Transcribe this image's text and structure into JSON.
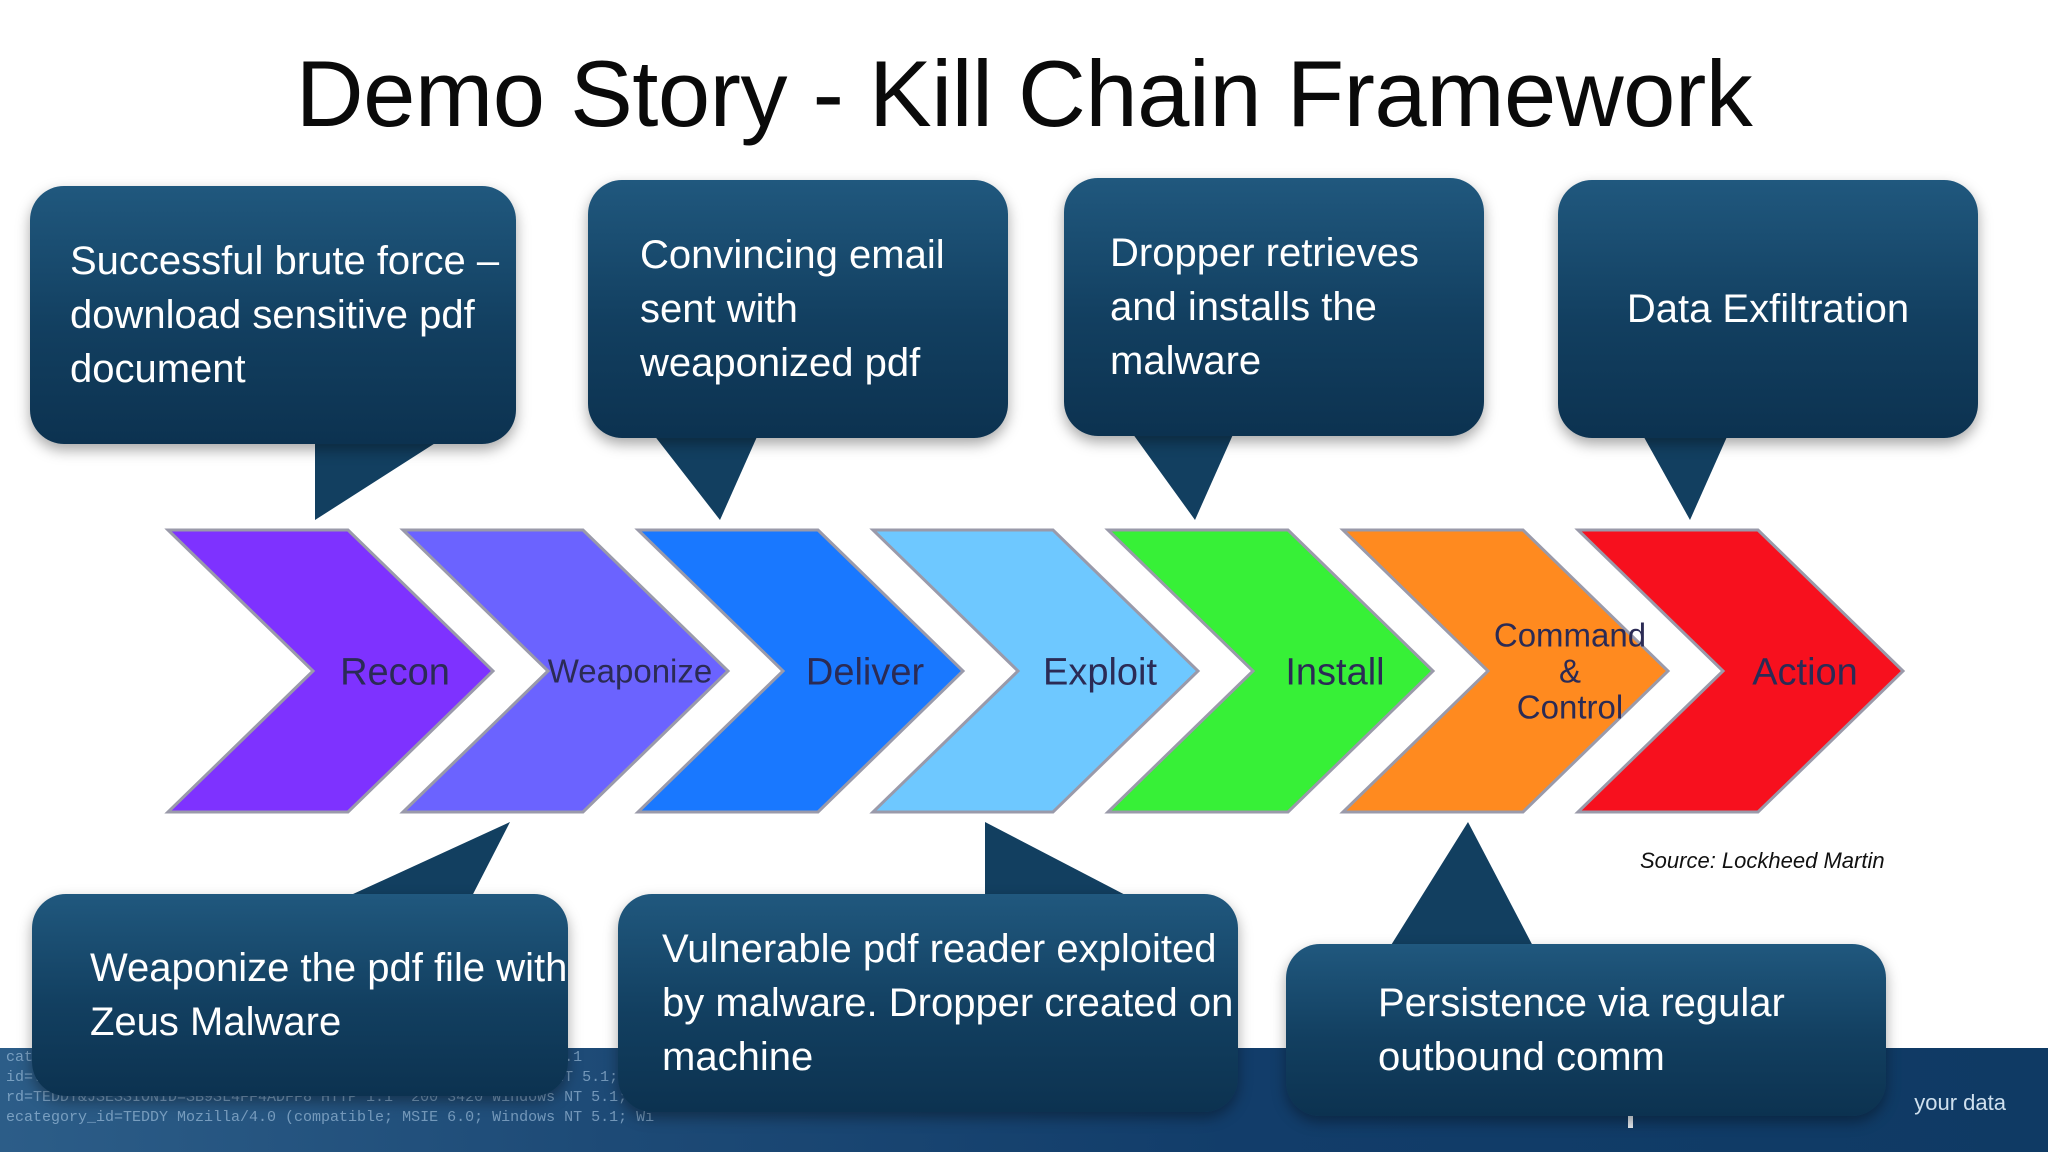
{
  "title": "Demo Story - Kill Chain Framework",
  "chain": {
    "stages": [
      {
        "label": "Recon",
        "color": "#7e32ff"
      },
      {
        "label": "Weaponize",
        "color": "#6b63ff"
      },
      {
        "label": "Deliver",
        "color": "#1978ff"
      },
      {
        "label": "Exploit",
        "color": "#6ec8ff"
      },
      {
        "label": "Install",
        "color": "#37f037"
      },
      {
        "label": "Command\n&\nControl",
        "color": "#ff8a1f"
      },
      {
        "label": "Action",
        "color": "#f7101e"
      }
    ],
    "label_color": "#2b2b55",
    "callout_color": "#123f60"
  },
  "callouts": {
    "recon": "Successful brute force – download sensitive pdf document",
    "weaponize": "Weaponize the pdf file with Zeus Malware",
    "deliver": "Convincing email sent with weaponized pdf",
    "exploit": "Vulnerable pdf reader exploited by malware. Dropper created on machine",
    "install": "Dropper retrieves and installs the malware",
    "command_control": "Persistence via regular outbound comm",
    "action": "Data Exfiltration"
  },
  "source": "Source:  Lockheed Martin",
  "banner": {
    "log_lines": [
      "categ      ISESSIONID=SB9SL4FF4ADFF8 HTTP 1.1 200 3420 Windows NT 5.1",
      "id=TEDDY&JSESSIONID=SB9SL4FF4ADFF8 HTTP 1.1 200 3420 Windows NT 5.1; Wind",
      "rd=TEDDY&JSESSIONID=SB9SL4FF4ADFF8 HTTP 1.1' 200 3420 Windows NT 5.1; Wi",
      "ecategory_id=TEDDY Mozilla/4.0 (compatible; MSIE 6.0; Windows NT 5.1; Wi"
    ],
    "tagline": "your data"
  }
}
